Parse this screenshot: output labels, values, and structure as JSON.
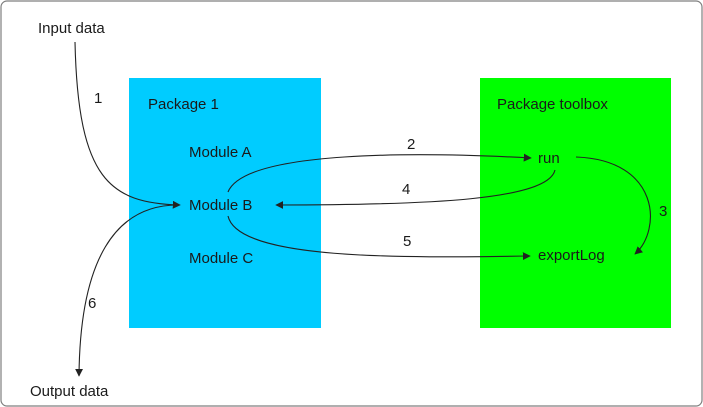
{
  "io": {
    "input": "Input data",
    "output": "Output data"
  },
  "packages": {
    "package1": {
      "title": "Package 1",
      "color": "#00ccff",
      "modules": [
        "Module A",
        "Module B",
        "Module C"
      ]
    },
    "toolbox": {
      "title": "Package toolbox",
      "color": "#00ff00",
      "functions": [
        "run",
        "exportLog"
      ]
    }
  },
  "steps": [
    "1",
    "2",
    "3",
    "4",
    "5",
    "6"
  ]
}
